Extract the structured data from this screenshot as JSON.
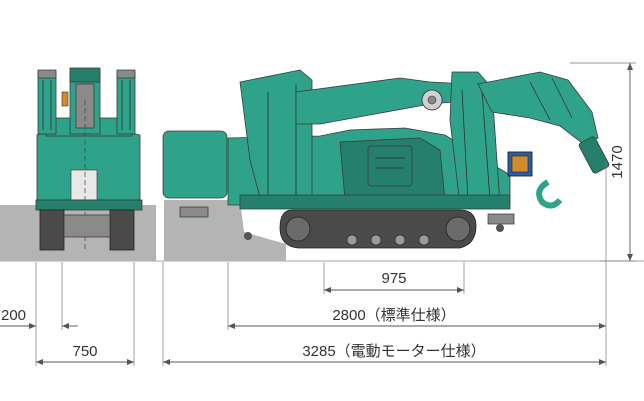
{
  "dimensions": {
    "width_overall": "750",
    "outrigger_offset": "200",
    "track_pitch": "975",
    "length_standard": "2800（標準仕様）",
    "length_electric": "3285（電動モーター仕様）",
    "height": "1470"
  },
  "colors": {
    "machine_body": "#2fa38a",
    "machine_dark": "#24806c",
    "outrigger_shadow": "#b4b4b4",
    "track": "#4a4a4a",
    "dimension_line": "#555555"
  }
}
